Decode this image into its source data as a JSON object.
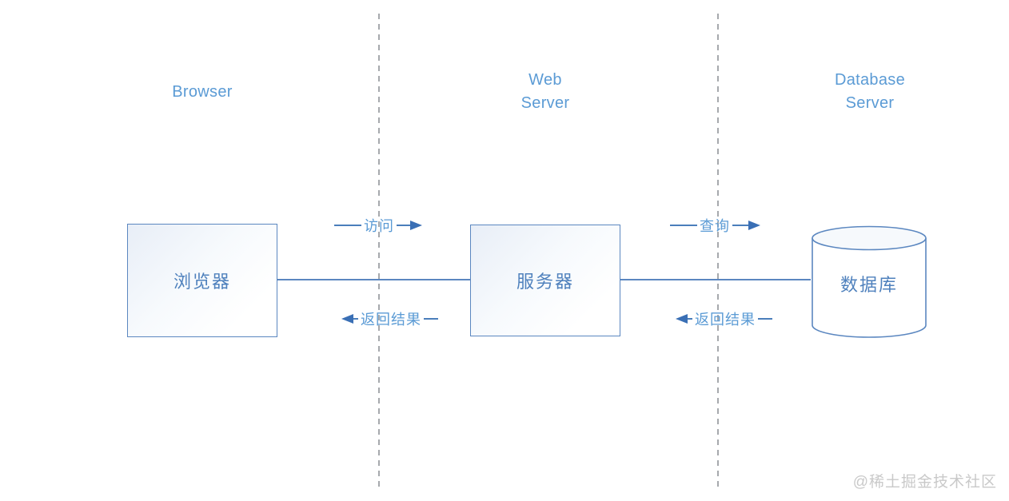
{
  "lanes": {
    "browser": "Browser",
    "web_server": "Web Server",
    "database_server": "Database Server"
  },
  "nodes": {
    "browser": {
      "label": "浏览器",
      "shape": "rectangle"
    },
    "web_server": {
      "label": "服务器",
      "shape": "rectangle"
    },
    "database": {
      "label": "数据库",
      "shape": "cylinder"
    }
  },
  "flows": {
    "access": {
      "label": "访问",
      "direction": "right",
      "from": "browser",
      "to": "web_server"
    },
    "return_to_browser": {
      "label": "返回结果",
      "direction": "left",
      "from": "web_server",
      "to": "browser"
    },
    "query": {
      "label": "查询",
      "direction": "right",
      "from": "web_server",
      "to": "database"
    },
    "return_to_web_server": {
      "label": "返回结果",
      "direction": "left",
      "from": "database",
      "to": "web_server"
    }
  },
  "watermark": "@稀土掘金技术社区",
  "colors": {
    "node_border": "#5b87c0",
    "node_fill_gradient_start": "#e8eef7",
    "node_text": "#4f81bd",
    "header_text": "#5b9bd5",
    "flow_line": "#4a7ebb",
    "arrowhead": "#3a6fb5",
    "divider": "#a6a9ad",
    "watermark": "#c9c9c9",
    "background": "#ffffff"
  }
}
